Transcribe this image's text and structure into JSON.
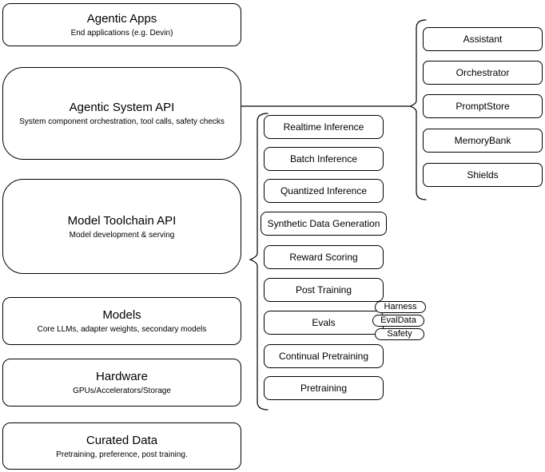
{
  "diagram": {
    "stack_layers": [
      {
        "title": "Agentic Apps",
        "subtitle": "End applications (e.g. Devin)"
      },
      {
        "title": "Agentic System API",
        "subtitle": "System component orchestration, tool calls, safety checks"
      },
      {
        "title": "Model Toolchain API",
        "subtitle": "Model development & serving"
      },
      {
        "title": "Models",
        "subtitle": "Core LLMs, adapter weights, secondary models"
      },
      {
        "title": "Hardware",
        "subtitle": "GPUs/Accelerators/Storage"
      },
      {
        "title": "Curated Data",
        "subtitle": "Pretraining, preference, post training."
      }
    ],
    "toolchain_capabilities": [
      "Realtime Inference",
      "Batch Inference",
      "Quantized Inference",
      "Synthetic Data Generation",
      "Reward Scoring",
      "Post Training",
      "Evals",
      "Continual Pretraining",
      "Pretraining"
    ],
    "evals_tags": [
      "Harness",
      "EvalData",
      "Safety"
    ],
    "system_components": [
      "Assistant",
      "Orchestrator",
      "PromptStore",
      "MemoryBank",
      "Shields"
    ],
    "colors": {
      "stroke": "#000000",
      "fill": "#ffffff",
      "text": "#000000",
      "background": "#ffffff"
    }
  }
}
